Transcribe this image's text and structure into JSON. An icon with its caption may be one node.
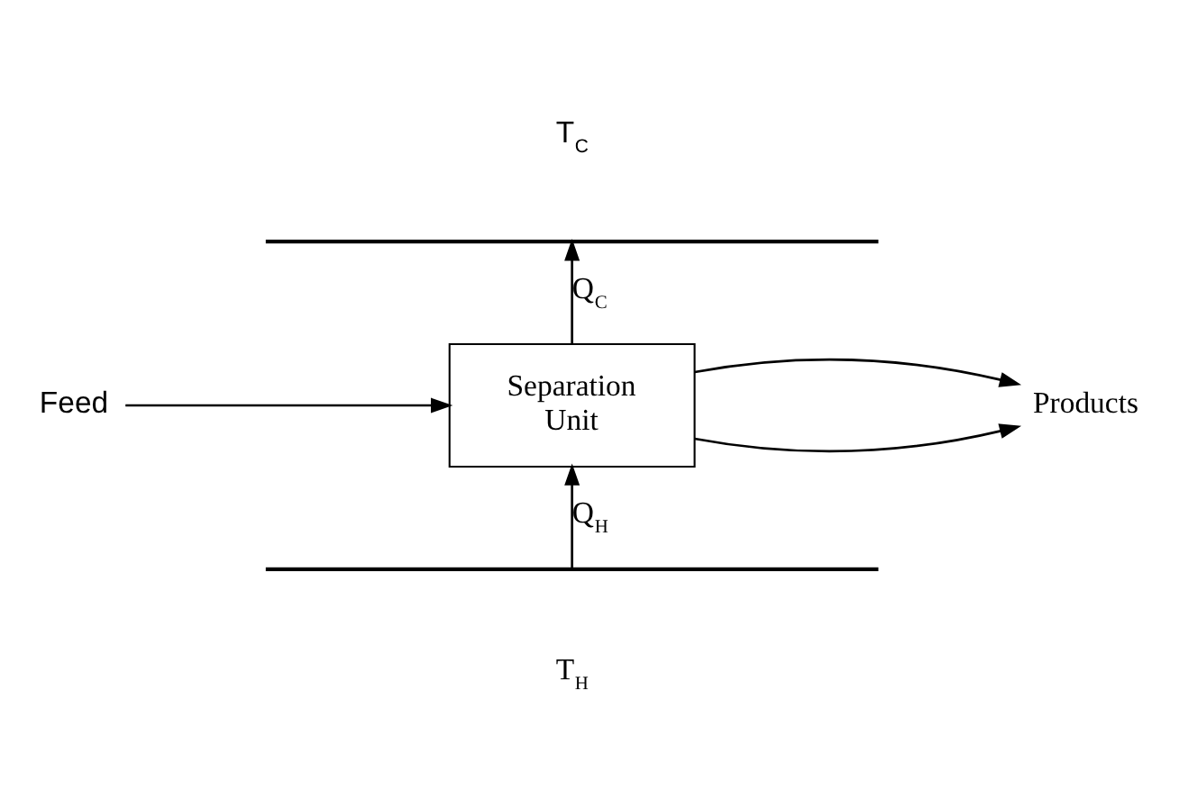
{
  "diagram": {
    "nodes": [
      {
        "text": [
          "Feed"
        ]
      },
      {
        "text": [
          "Separation Unit"
        ]
      },
      {
        "text": [
          "Products"
        ]
      },
      {
        "text": [],
        "shape": "bar",
        "beside": [
          "T$_{C}$"
        ]
      },
      {
        "text": [],
        "shape": "bar",
        "beside": [
          "T$_{H}$"
        ]
      }
    ],
    "edges": [
      {
        "from": 0,
        "to": 1,
        "arrow": "to"
      },
      {
        "from": 1,
        "to": 2,
        "arrow": "to"
      },
      {
        "from": 1,
        "to": 2,
        "arrow": "to"
      },
      {
        "from": 1,
        "to": 3,
        "arrow": "to",
        "label": "Q$_{C}$"
      },
      {
        "from": 4,
        "to": 1,
        "arrow": "to",
        "label": "Q$_{H}$"
      }
    ]
  }
}
